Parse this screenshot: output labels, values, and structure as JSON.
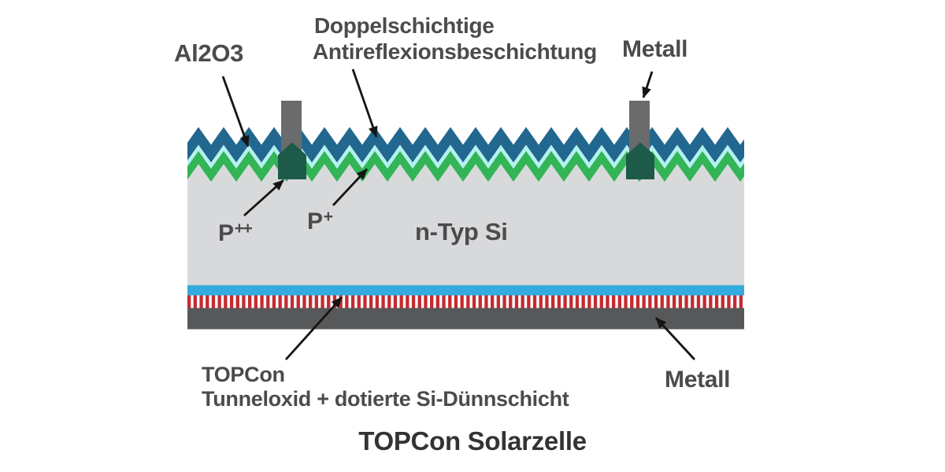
{
  "title": "TOPCon Solarzelle",
  "labels": {
    "al2o3": "Al2O3",
    "arc_line1": "Doppelschichtige",
    "arc_line2": "Antireflexionsbeschichtung",
    "metal_top": "Metall",
    "p_pp_base": "P",
    "p_pp_sup": "++",
    "p_p_base": "P",
    "p_p_sup": "+",
    "n_type": "n-Typ Si",
    "topcon_line1": "TOPCon",
    "topcon_line2": "Tunneloxid + dotierte Si-Dünnschicht",
    "metal_bottom": "Metall"
  },
  "colors": {
    "arc_blue": "#21678f",
    "arc_cyan": "#b5f1ee",
    "emitter_green": "#32b457",
    "bulk_silicon": "#d8d9da",
    "contact_gray": "#6a6b6d",
    "p_doped_green": "#1d5a4a",
    "tunnel_blue": "#35aade",
    "stripe_red": "#c42a2e",
    "stripe_white": "#ffffff",
    "rear_metal": "#57585a",
    "arrow": "#151515",
    "label_text": "#4b4b4d",
    "title_text": "#333335",
    "background": "#ffffff"
  }
}
